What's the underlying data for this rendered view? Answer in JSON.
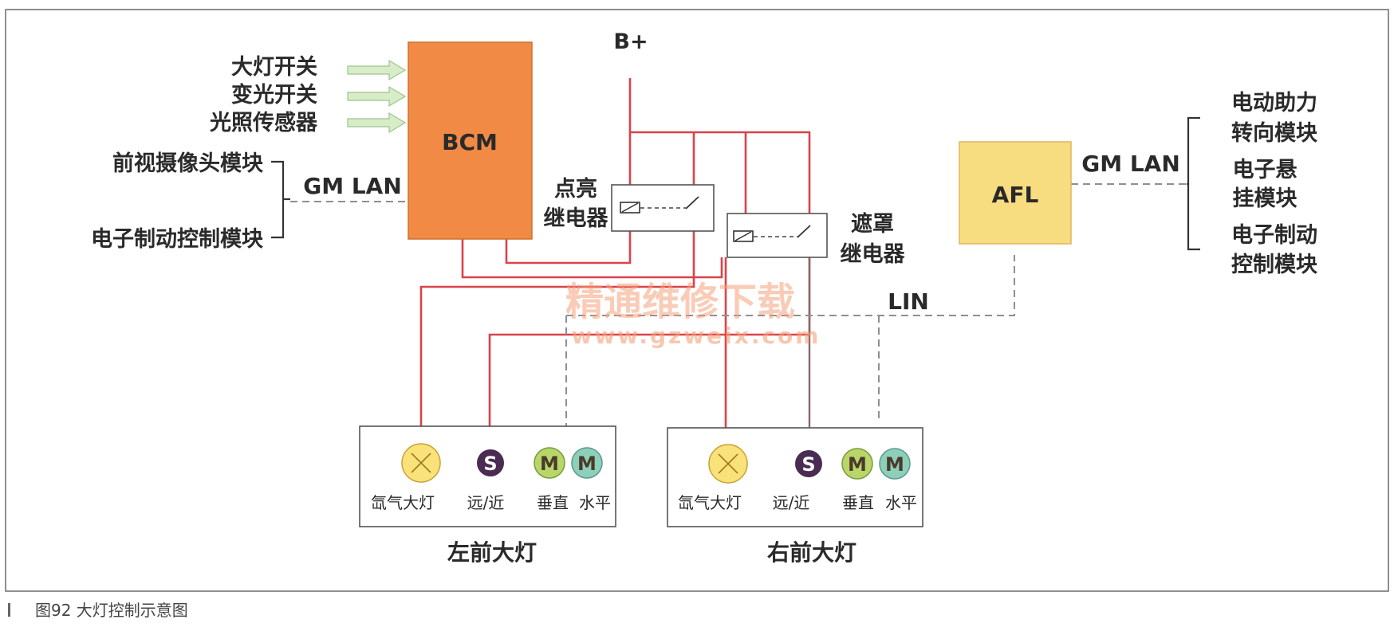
{
  "diagram": {
    "modules": {
      "bcm": "BCM",
      "afl": "AFL"
    },
    "power": "B+",
    "bcm_inputs": [
      "大灯开关",
      "变光开关",
      "光照传感器"
    ],
    "bcm_lan": {
      "label": "GM LAN",
      "modules": [
        "前视摄像头模块",
        "电子制动控制模块"
      ]
    },
    "relays": {
      "on_relay": [
        "点亮",
        "继电器"
      ],
      "shutter_relay": [
        "遮罩",
        "继电器"
      ]
    },
    "afl_lan": {
      "label": "GM LAN",
      "modules": [
        [
          "电动助力",
          "转向模块"
        ],
        [
          "电子悬",
          "挂模块"
        ],
        [
          "电子制动",
          "控制模块"
        ]
      ]
    },
    "lin_label": "LIN",
    "headlamps": {
      "left": {
        "title": "左前大灯",
        "items": [
          "氙气大灯",
          "远/近",
          "垂直",
          "水平"
        ]
      },
      "right": {
        "title": "右前大灯",
        "items": [
          "氙气大灯",
          "远/近",
          "垂直",
          "水平"
        ]
      }
    },
    "symbols": {
      "solenoid": "S",
      "motor": "M"
    },
    "watermark": {
      "title": "精通维修下载",
      "url": "www.gzweix.com"
    },
    "caption": "图92   大灯控制示意图",
    "colors": {
      "bcm": "#f08a45",
      "afl": "#f8dc80",
      "wire": "#d9434a",
      "wire_dark": "#8a6a6a",
      "lamp": "#f9e27a",
      "solenoid": "#4a2b52",
      "motor_vertical": "#b9d66a",
      "motor_horizontal": "#8ecfb9",
      "arrow": "#d8ecc8"
    }
  }
}
